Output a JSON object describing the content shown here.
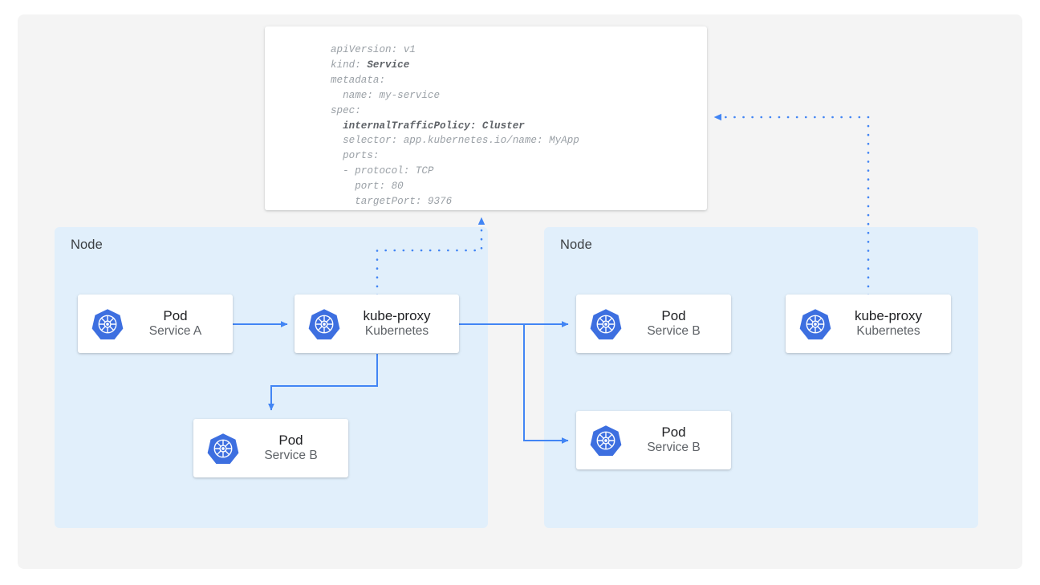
{
  "diagram": {
    "title": "kubernetes-internal-traffic-policy-cluster",
    "accent_blue": "#4285f4",
    "node_fill": "#e1effb",
    "canvas_fill": "#f4f4f4",
    "logo_blue": "#3d6fe0"
  },
  "yaml": {
    "lines": [
      {
        "text": "apiVersion: v1",
        "bold": false
      },
      {
        "text": "kind: ",
        "bold_tail": "Service"
      },
      {
        "text": "metadata:",
        "bold": false
      },
      {
        "text": "  name: my-service",
        "bold": false
      },
      {
        "text": "spec:",
        "bold": false
      },
      {
        "text": "  internalTrafficPolicy: Cluster",
        "bold": true
      },
      {
        "text": "  selector: app.kubernetes.io/name: MyApp",
        "bold": false
      },
      {
        "text": "  ports:",
        "bold": false
      },
      {
        "text": "  - protocol: TCP",
        "bold": false
      },
      {
        "text": "    port: 80",
        "bold": false
      },
      {
        "text": "    targetPort: 9376",
        "bold": false
      }
    ],
    "raw": "apiVersion: v1\nkind: Service\nmetadata:\n  name: my-service\nspec:\n  internalTrafficPolicy: Cluster\n  selector: app.kubernetes.io/name: MyApp\n  ports:\n  - protocol: TCP\n    port: 80\n    targetPort: 9376"
  },
  "nodes": [
    {
      "label": "Node"
    },
    {
      "label": "Node"
    }
  ],
  "cards": {
    "pod_service_a": {
      "title": "Pod",
      "subtitle": "Service A"
    },
    "kube_proxy_left": {
      "title": "kube-proxy",
      "subtitle": "Kubernetes"
    },
    "pod_service_b_left": {
      "title": "Pod",
      "subtitle": "Service B"
    },
    "pod_service_b_right_top": {
      "title": "Pod",
      "subtitle": "Service B"
    },
    "pod_service_b_right_bottom": {
      "title": "Pod",
      "subtitle": "Service B"
    },
    "kube_proxy_right": {
      "title": "kube-proxy",
      "subtitle": "Kubernetes"
    }
  },
  "icons": {
    "kubernetes": "kubernetes-helm-icon"
  }
}
